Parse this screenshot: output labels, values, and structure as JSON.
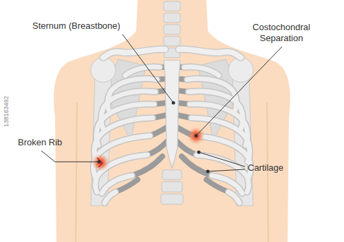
{
  "diagram": {
    "labels": [
      "Sternum (Breastbone)",
      "Costochondral Separation",
      "Broken Rib",
      "Cartilage",
      "138163492"
    ]
  }
}
